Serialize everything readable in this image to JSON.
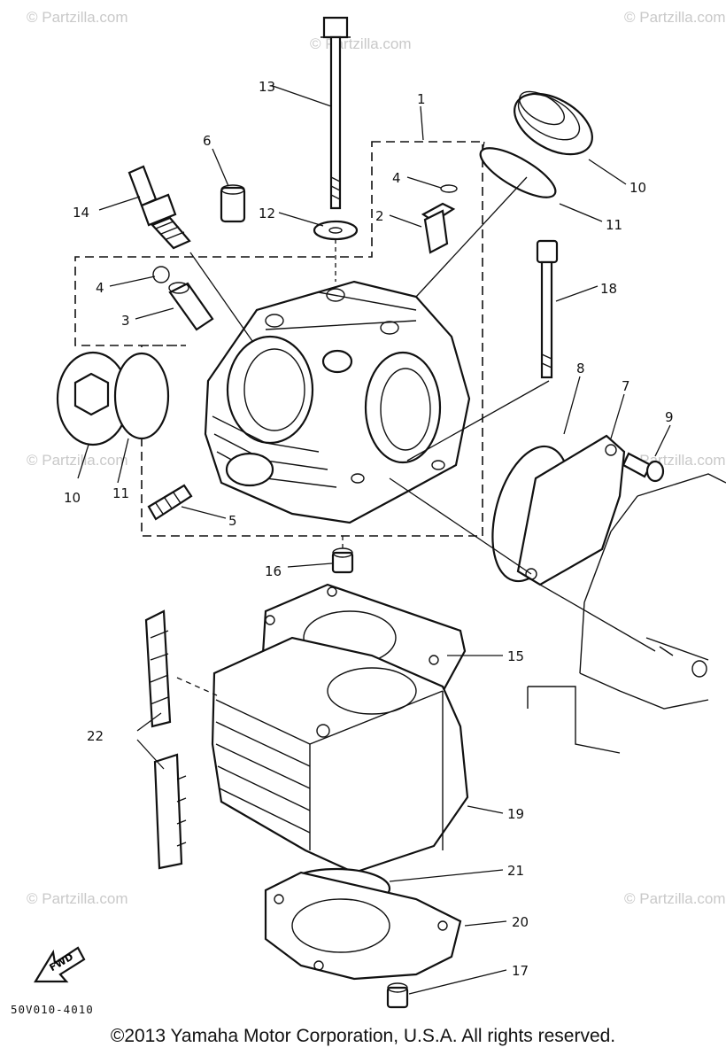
{
  "diagram": {
    "code": "50V010-4010",
    "copyright": "©2013 Yamaha Motor Corporation, U.S.A. All rights reserved.",
    "watermark": "© Partzilla.com",
    "fwd_label": "FWD",
    "callouts": {
      "c1": "1",
      "c2": "2",
      "c3": "3",
      "c4a": "4",
      "c4b": "4",
      "c5": "5",
      "c6": "6",
      "c7": "7",
      "c8": "8",
      "c9": "9",
      "c10a": "10",
      "c10b": "10",
      "c11a": "11",
      "c11b": "11",
      "c12": "12",
      "c13": "13",
      "c14": "14",
      "c15": "15",
      "c16": "16",
      "c17": "17",
      "c18": "18",
      "c19": "19",
      "c20": "20",
      "c21": "21",
      "c22": "22"
    }
  }
}
